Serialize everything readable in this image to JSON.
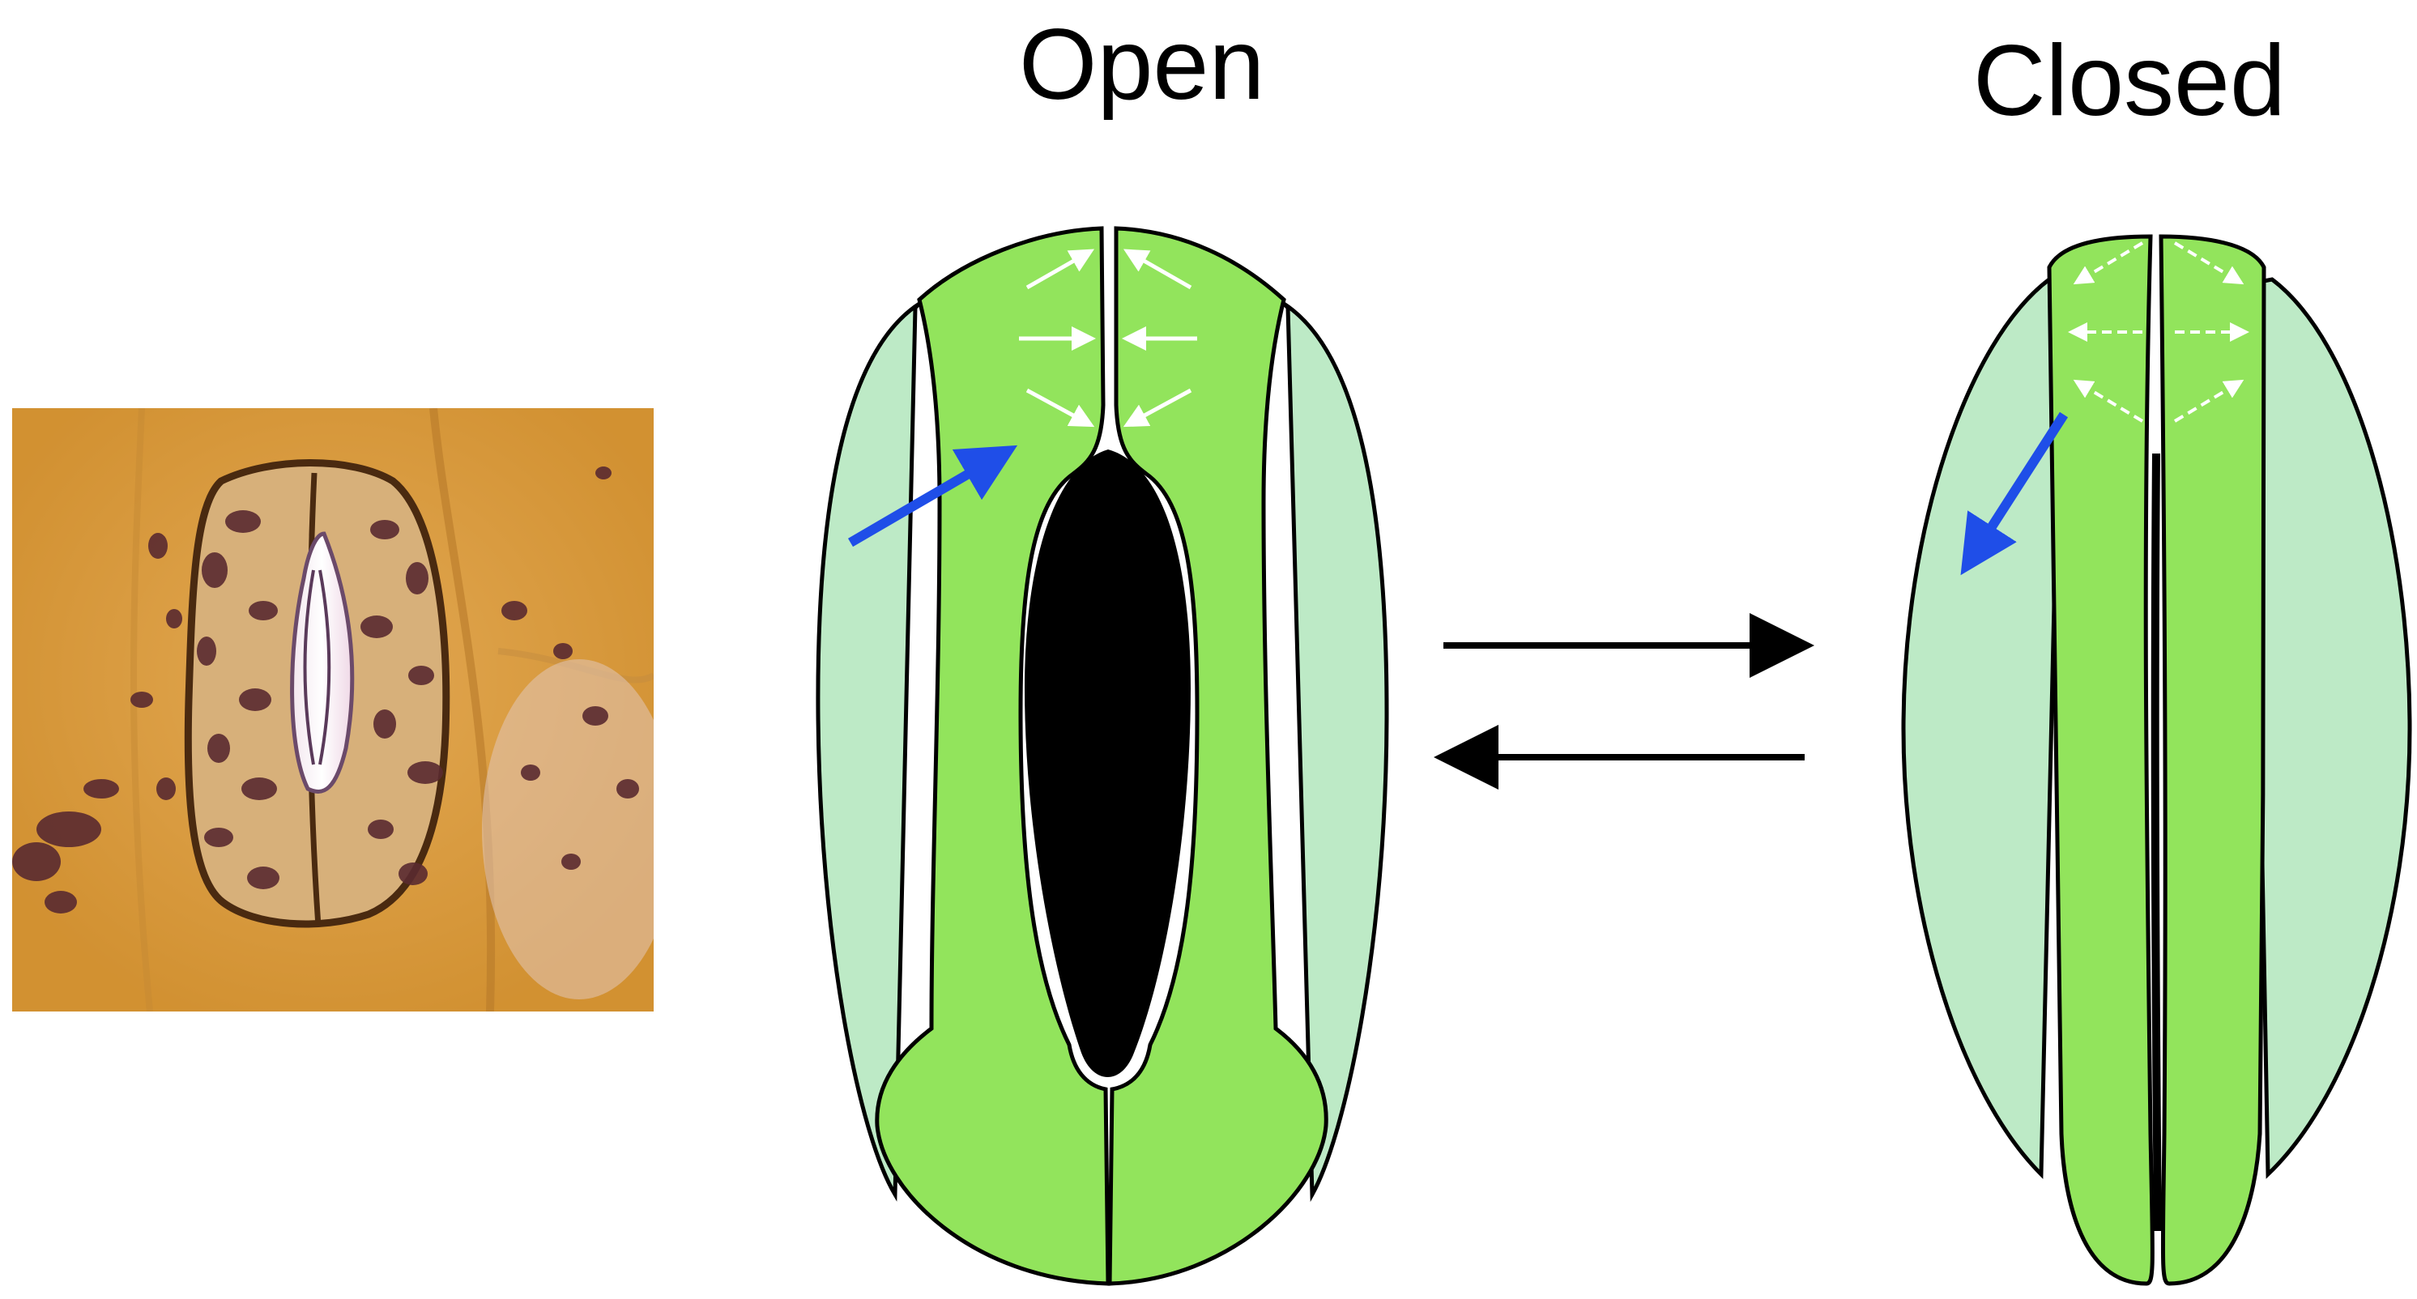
{
  "diagram": {
    "open_label": "Open",
    "closed_label": "Closed"
  },
  "colors": {
    "guard_cell": "#92e45c",
    "subsidiary_cell": "#bdeac6",
    "pore": "#000000",
    "water_flow_arrow": "#1f4ee8",
    "turgor_arrow": "#ffffff",
    "transition_arrow": "#000000",
    "micrograph_background": "#d89a3a"
  },
  "icons": {
    "flow_in": "arrow-into-guard-cell",
    "flow_out": "arrow-out-of-guard-cell",
    "forward": "arrow-right",
    "reverse": "arrow-left"
  }
}
